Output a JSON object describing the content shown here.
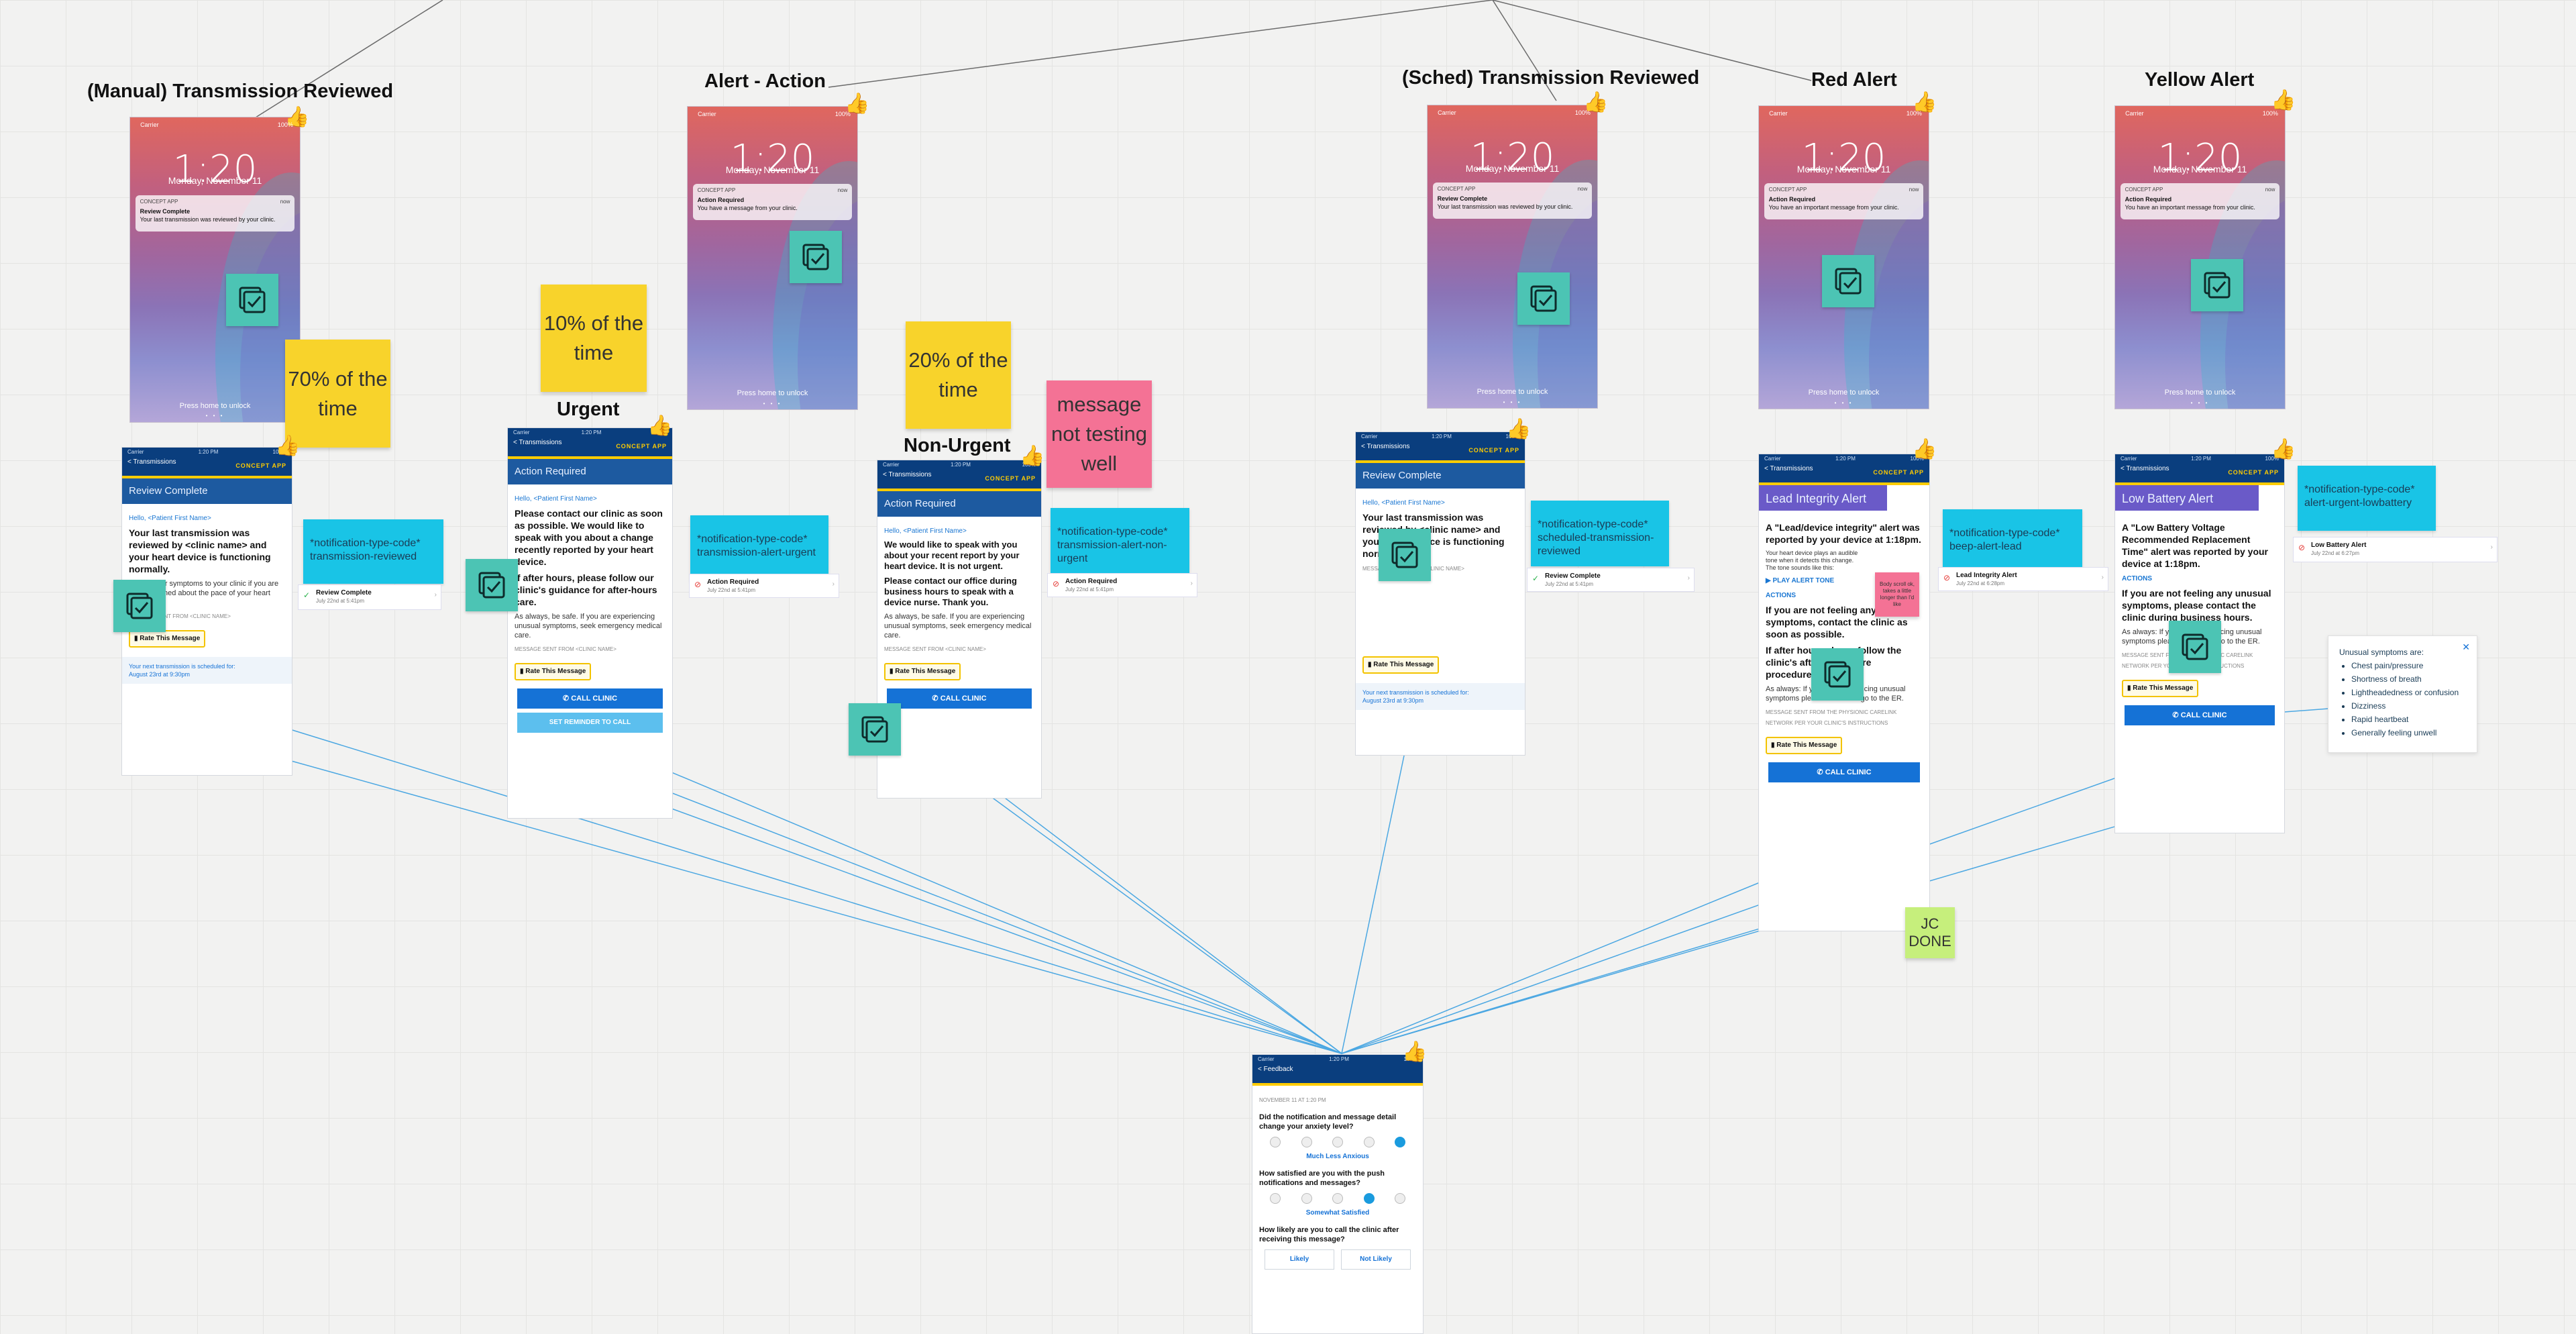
{
  "headings": {
    "manual": "(Manual) Transmission Reviewed",
    "alert_action": "Alert - Action",
    "sched": "(Sched) Transmission Reviewed",
    "red": "Red Alert",
    "yellow": "Yellow Alert",
    "urgent": "Urgent",
    "non_urgent": "Non-Urgent"
  },
  "lockscreen": {
    "carrier": "Carrier",
    "battery": "100%",
    "time": "1:20",
    "date": "Monday, November 11",
    "app": "CONCEPT APP",
    "now": "now",
    "unlock": "Press home to unlock",
    "dots": "• • •"
  },
  "lock_manual": {
    "title": "Review Complete",
    "text": "Your last transmission was reviewed by your clinic."
  },
  "lock_action": {
    "title": "Action Required",
    "text": "You have a message from your clinic."
  },
  "lock_sched": {
    "title": "Review Complete",
    "text": "Your last transmission was reviewed by your clinic."
  },
  "lock_red": {
    "title": "Action Required",
    "text": "You have an important message from your clinic."
  },
  "lock_yellow": {
    "title": "Action Required",
    "text": "You have an important message from your clinic."
  },
  "appbar": {
    "carrier": "Carrier",
    "clock": "1:20 PM",
    "battery": "100%",
    "back": "< Transmissions",
    "brand": "CONCEPT APP"
  },
  "screen_manual": {
    "subheader": "Review Complete",
    "hello": "Hello, <Patient First Name>",
    "main": "Your last transmission was reviewed by <clinic name> and your heart device is functioning normally.",
    "p2": "Report your symptoms to your clinic if you are still concerned about the pace of your heart rhythm.",
    "sent": "MESSAGE SENT FROM <CLINIC NAME>",
    "rate": "Rate This Message",
    "next_line1": "Your next transmission is scheduled for:",
    "next_line2": "August 23rd at 9:30pm"
  },
  "screen_urgent": {
    "subheader": "Action Required",
    "hello": "Hello, <Patient First Name>",
    "main": "Please contact our clinic as soon as possible. We would like to speak with you about a change recently reported by your heart device.",
    "main2": "If after hours, please follow our clinic's guidance for after-hours care.",
    "p": "As always, be safe. If you are experiencing unusual symptoms, seek emergency medical care.",
    "sent": "MESSAGE SENT FROM <CLINIC NAME>",
    "rate": "Rate This Message",
    "call": "CALL CLINIC",
    "reminder": "SET REMINDER TO CALL"
  },
  "screen_nonurgent": {
    "subheader": "Action Required",
    "hello": "Hello, <Patient First Name>",
    "main": "We would like to speak with you about your recent report by your heart device. It is not urgent.",
    "main2": "Please contact our office during business hours to speak with a device nurse. Thank you.",
    "p": "As always, be safe. If you are experiencing unusual symptoms, seek emergency medical care.",
    "sent": "MESSAGE SENT FROM <CLINIC NAME>",
    "rate": "Rate This Message",
    "call": "CALL CLINIC"
  },
  "screen_sched": {
    "subheader": "Review Complete",
    "hello": "Hello, <Patient First Name>",
    "main": "Your last transmission was reviewed by <clinic name> and your heart device is functioning normally.",
    "sent": "MESSAGE SENT FROM <CLINIC NAME>",
    "rate": "Rate This Message",
    "next_line1": "Your next transmission is scheduled for:",
    "next_line2": "August 23rd at 9:30pm"
  },
  "screen_red": {
    "subheader": "Lead Integrity Alert",
    "main": "A \"Lead/device integrity\" alert was reported by your device at 1:18pm.",
    "tone_text": "Your heart device plays an audible tone when it detects this change. The tone sounds like this:",
    "play": "PLAY ALERT TONE",
    "actions": "ACTIONS",
    "action1": "If you are not feeling any unusual symptoms, contact the clinic as soon as possible.",
    "action2": "If after hours please follow the clinic's after-hours care procedures.",
    "p": "As always: If you are experiencing unusual symptoms please call 911 or go to the ER.",
    "sent": "MESSAGE SENT FROM THE PHYSIONIC CARELINK NETWORK PER YOUR CLINIC'S INSTRUCTIONS",
    "rate": "Rate This Message",
    "call": "CALL CLINIC"
  },
  "screen_yellow": {
    "subheader": "Low Battery Alert",
    "main": "A \"Low Battery Voltage Recommended Replacement Time\" alert was reported by your device at 1:18pm.",
    "actions": "ACTIONS",
    "action1": "If you are not feeling any unusual symptoms, please contact the clinic during business hours.",
    "p": "As always: If you are experiencing unusual symptoms please call 911 or go to the ER.",
    "sent": "MESSAGE SENT FROM THE PHYSIONIC CARELINK NETWORK PER YOUR CLINIC'S INSTRUCTIONS",
    "rate": "Rate This Message",
    "call": "CALL CLINIC"
  },
  "stickies": {
    "s70": "70% of the time",
    "s10": "10% of the time",
    "s20": "20% of the time",
    "testing": "message not testing well",
    "body_scroll": "Body scroll ok, takes a little longer than I'd like",
    "jc": "JC DONE"
  },
  "codes": {
    "manual": "*notification-type-code* transmission-reviewed",
    "urgent": "*notification-type-code* transmission-alert-urgent",
    "nonurgent": "*notification-type-code* transmission-alert-non-urgent",
    "sched": "*notification-type-code* scheduled-transmission-reviewed",
    "red": "*notification-type-code* beep-alert-lead",
    "yellow": "*notification-type-code* alert-urgent-lowbattery"
  },
  "list_items": {
    "review": {
      "title": "Review Complete",
      "date": "July 22nd at 5:41pm"
    },
    "action_urgent": {
      "title": "Action Required",
      "date": "July 22nd at 5:41pm"
    },
    "action_non": {
      "title": "Action Required",
      "date": "July 22nd at 5:41pm"
    },
    "review_sched": {
      "title": "Review Complete",
      "date": "July 22nd at 5:41pm"
    },
    "lead": {
      "title": "Lead Integrity Alert",
      "date": "July 22nd at 6:28pm"
    },
    "battery": {
      "title": "Low Battery Alert",
      "date": "July 22nd at 6:27pm"
    }
  },
  "symptoms": {
    "title": "Unusual symptoms are:",
    "items": [
      "Chest pain/pressure",
      "Shortness of breath",
      "Lightheadedness or confusion",
      "Dizziness",
      "Rapid heartbeat",
      "Generally feeling unwell"
    ]
  },
  "feedback": {
    "carrier": "Carrier",
    "clock": "1:20 PM",
    "battery": "100%",
    "back": "< Feedback",
    "date": "NOVEMBER 11 AT 1:20 PM",
    "q1": "Did the notification and message detail change your anxiety level?",
    "a1": "Much Less Anxious",
    "q2": "How satisfied are you with the push notifications and messages?",
    "a2": "Somewhat Satisfied",
    "q3": "How likely are you to call the clinic after receiving this message?",
    "likely": "Likely",
    "not_likely": "Not Likely"
  },
  "colors": {
    "sticky_yellow": "#f8d32b",
    "sticky_pink": "#f47295",
    "sticky_green": "#c6ef7c",
    "cyan_note": "#19c4e6",
    "app_blue": "#0a3e7e",
    "button_blue": "#1572d6",
    "check_teal": "#4cc4b4"
  }
}
